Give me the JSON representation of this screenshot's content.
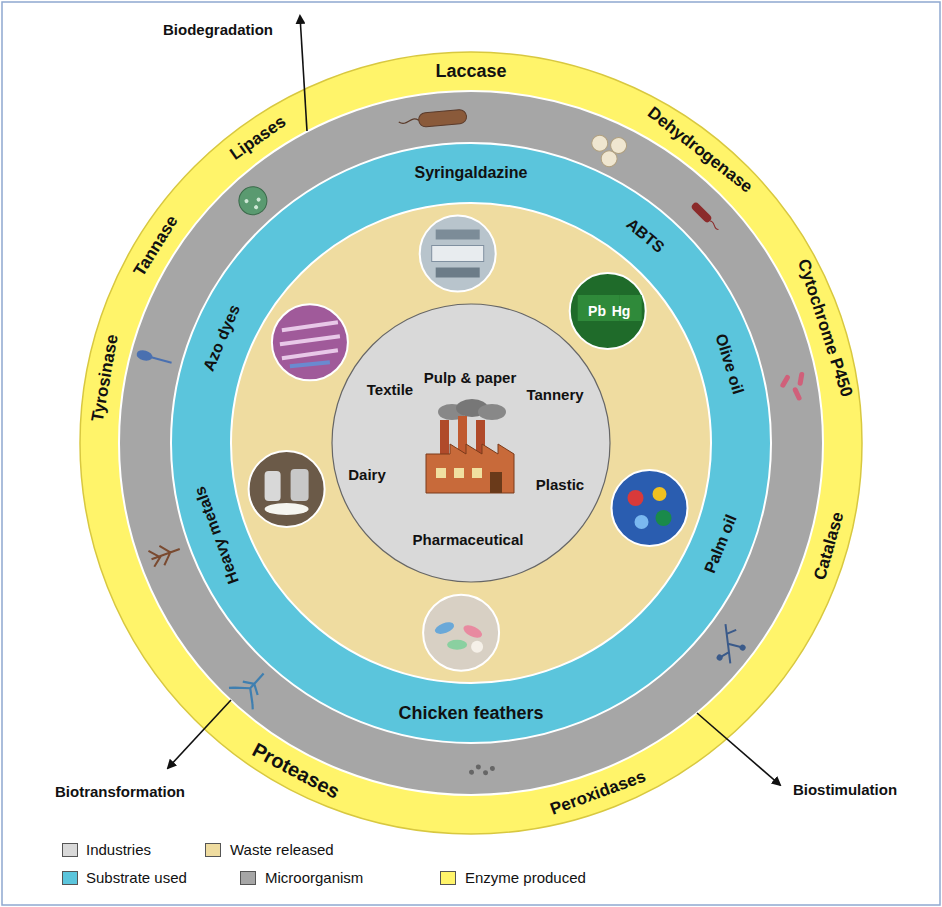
{
  "diagram": {
    "nodes": [
      {
        "text": [
          "Laccase",
          "Dehydrogenase",
          "Cytochrome P450",
          "Catalase",
          "Peroxidases",
          "Proteases",
          "Tyrosinase",
          "Tannase",
          "Lipases"
        ]
      },
      {
        "text": [
          "Syringaldazine",
          "ABTS",
          "Olive oil",
          "Palm oil",
          "Chicken feathers",
          "Heavy metals",
          "Azo dyes"
        ],
        "in": 0
      },
      {
        "text": [
          "Pulp & paper",
          "Tannery",
          "Plastic",
          "Pharmaceutical",
          "Dairy",
          "Textile"
        ],
        "in": 1
      }
    ],
    "labels": [
      "Biodegradation",
      "Biotransformation",
      "Biostimulation",
      "Pb",
      "Hg"
    ],
    "legend": [
      {
        "text": "Industries",
        "color": "#d9d9d9"
      },
      {
        "text": "Waste released",
        "color": "#efdca0"
      },
      {
        "text": "Substrate used",
        "color": "#5bc5dc"
      },
      {
        "text": "Microorganism",
        "color": "#a6a6a6"
      },
      {
        "text": "Enzyme produced",
        "color": "#fff46a"
      }
    ]
  }
}
